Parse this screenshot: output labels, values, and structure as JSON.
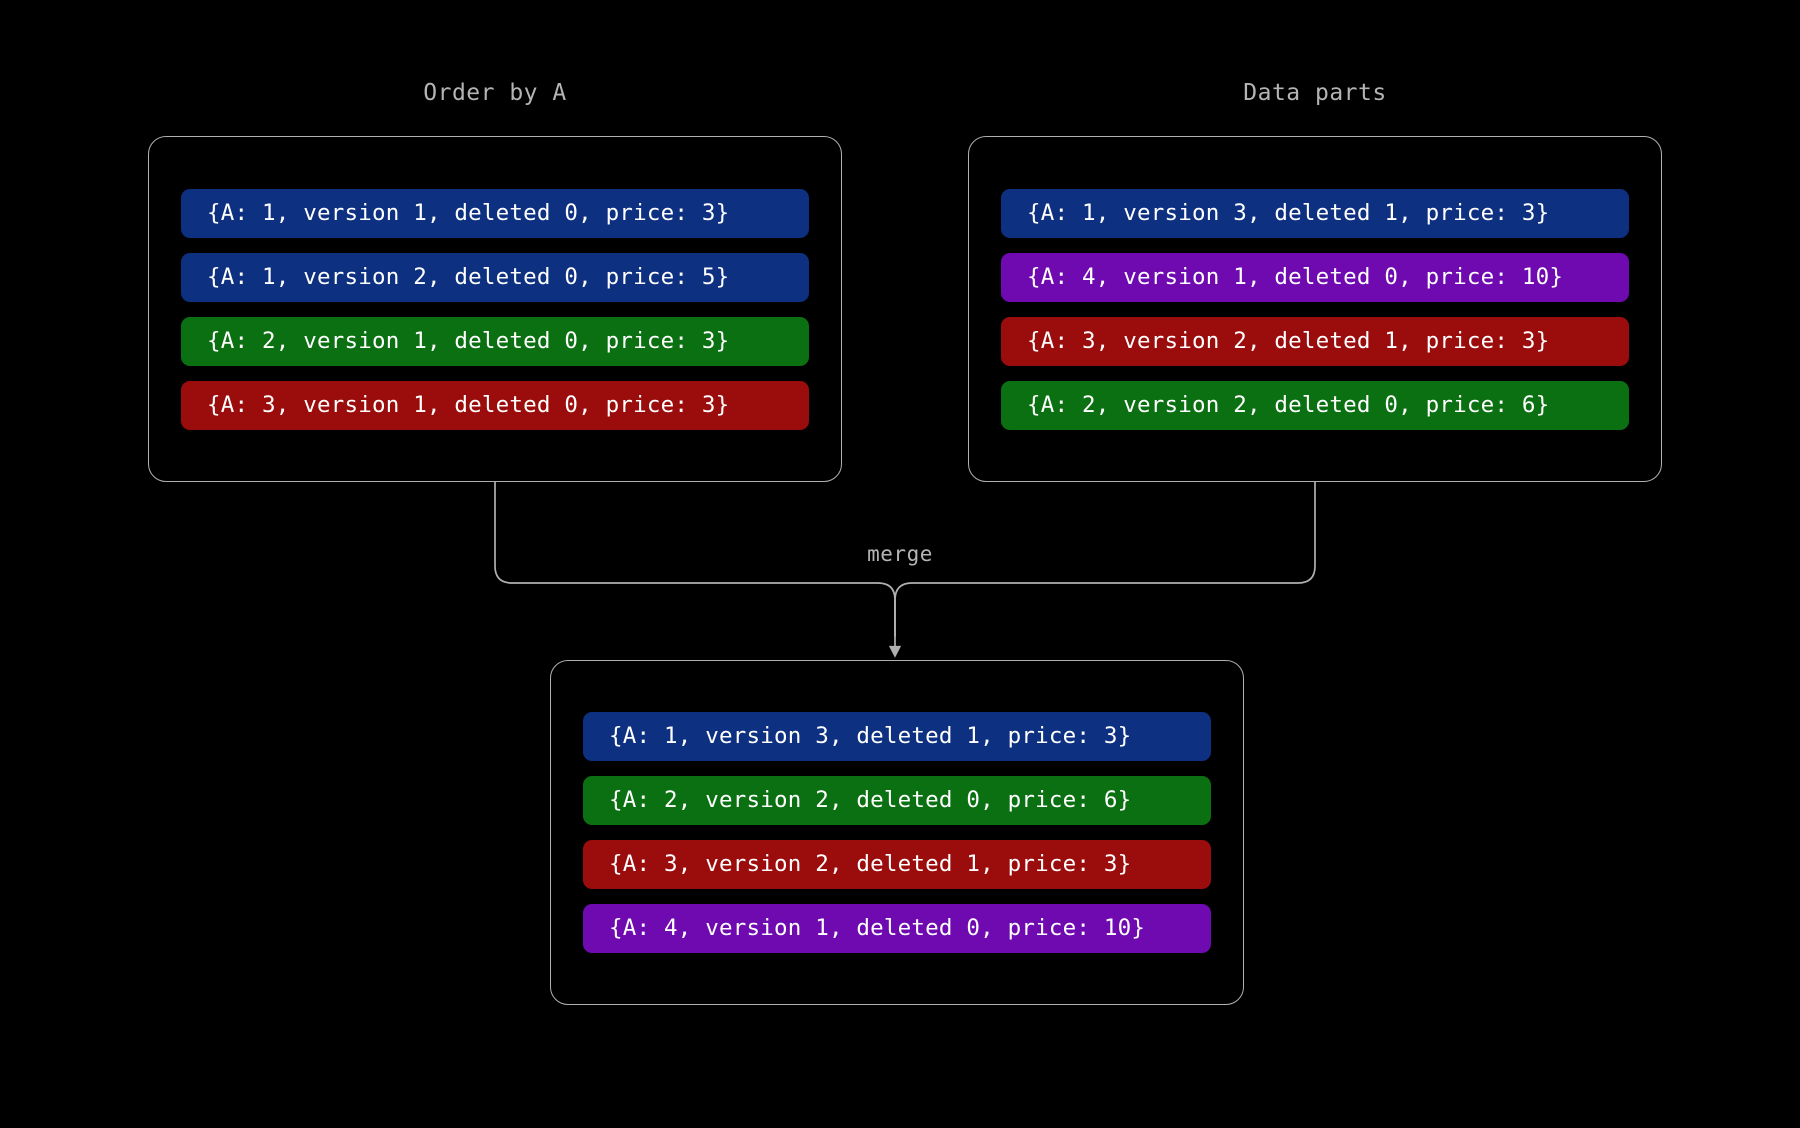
{
  "canvas": {
    "background": "#000000",
    "line_color": "#b0b0b0",
    "label_color": "#b4b4b4"
  },
  "palette": {
    "blue": "#0d3080",
    "green": "#0b7012",
    "red": "#9b0c0c",
    "purple": "#6f09b0"
  },
  "panels": {
    "order_by_a": {
      "title": "Order by A",
      "rows": [
        {
          "text": "{A: 1, version 1, deleted 0, price: 3}",
          "color_key": "blue",
          "A": 1,
          "version": 1,
          "deleted": 0,
          "price": 3
        },
        {
          "text": "{A: 1, version 2, deleted 0, price: 5}",
          "color_key": "blue",
          "A": 1,
          "version": 2,
          "deleted": 0,
          "price": 5
        },
        {
          "text": "{A: 2, version 1, deleted 0, price: 3}",
          "color_key": "green",
          "A": 2,
          "version": 1,
          "deleted": 0,
          "price": 3
        },
        {
          "text": "{A: 3, version 1, deleted 0, price: 3}",
          "color_key": "red",
          "A": 3,
          "version": 1,
          "deleted": 0,
          "price": 3
        }
      ]
    },
    "data_parts": {
      "title": "Data parts",
      "rows": [
        {
          "text": "{A: 1, version 3, deleted 1, price: 3}",
          "color_key": "blue",
          "A": 1,
          "version": 3,
          "deleted": 1,
          "price": 3
        },
        {
          "text": "{A: 4, version 1, deleted 0, price: 10}",
          "color_key": "purple",
          "A": 4,
          "version": 1,
          "deleted": 0,
          "price": 10
        },
        {
          "text": "{A: 3, version 2, deleted 1, price: 3}",
          "color_key": "red",
          "A": 3,
          "version": 2,
          "deleted": 1,
          "price": 3
        },
        {
          "text": "{A: 2, version 2, deleted 0, price: 6}",
          "color_key": "green",
          "A": 2,
          "version": 2,
          "deleted": 0,
          "price": 6
        }
      ]
    },
    "merged": {
      "title": "",
      "rows": [
        {
          "text": "{A: 1, version 3, deleted 1, price: 3}",
          "color_key": "blue",
          "A": 1,
          "version": 3,
          "deleted": 1,
          "price": 3
        },
        {
          "text": "{A: 2, version 2, deleted 0, price: 6}",
          "color_key": "green",
          "A": 2,
          "version": 2,
          "deleted": 0,
          "price": 6
        },
        {
          "text": "{A: 3, version 2, deleted 1, price: 3}",
          "color_key": "red",
          "A": 3,
          "version": 2,
          "deleted": 1,
          "price": 3
        },
        {
          "text": "{A: 4, version 1, deleted 0, price: 10}",
          "color_key": "purple",
          "A": 4,
          "version": 1,
          "deleted": 0,
          "price": 10
        }
      ]
    }
  },
  "edges": {
    "merge_label": "merge"
  }
}
